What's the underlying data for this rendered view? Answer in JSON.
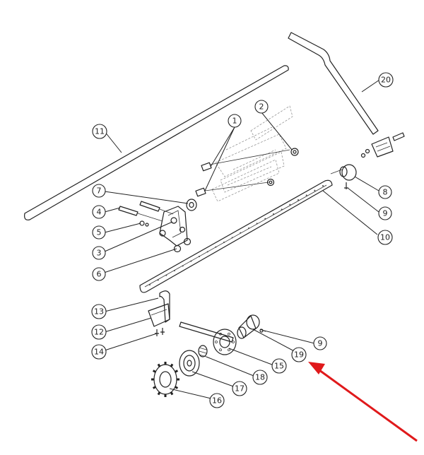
{
  "callouts": [
    {
      "id": "c1",
      "label": "1"
    },
    {
      "id": "c2",
      "label": "2"
    },
    {
      "id": "c3",
      "label": "3"
    },
    {
      "id": "c4",
      "label": "4"
    },
    {
      "id": "c5",
      "label": "5"
    },
    {
      "id": "c6",
      "label": "6"
    },
    {
      "id": "c7",
      "label": "7"
    },
    {
      "id": "c8",
      "label": "8"
    },
    {
      "id": "c9a",
      "label": "9"
    },
    {
      "id": "c9b",
      "label": "9"
    },
    {
      "id": "c10",
      "label": "10"
    },
    {
      "id": "c11",
      "label": "11"
    },
    {
      "id": "c12",
      "label": "12"
    },
    {
      "id": "c13",
      "label": "13"
    },
    {
      "id": "c14",
      "label": "14"
    },
    {
      "id": "c15",
      "label": "15"
    },
    {
      "id": "c16",
      "label": "16"
    },
    {
      "id": "c17",
      "label": "17"
    },
    {
      "id": "c18",
      "label": "18"
    },
    {
      "id": "c19",
      "label": "19"
    },
    {
      "id": "c20",
      "label": "20"
    }
  ],
  "highlight": {
    "target": "19",
    "color": "#e0191b"
  }
}
